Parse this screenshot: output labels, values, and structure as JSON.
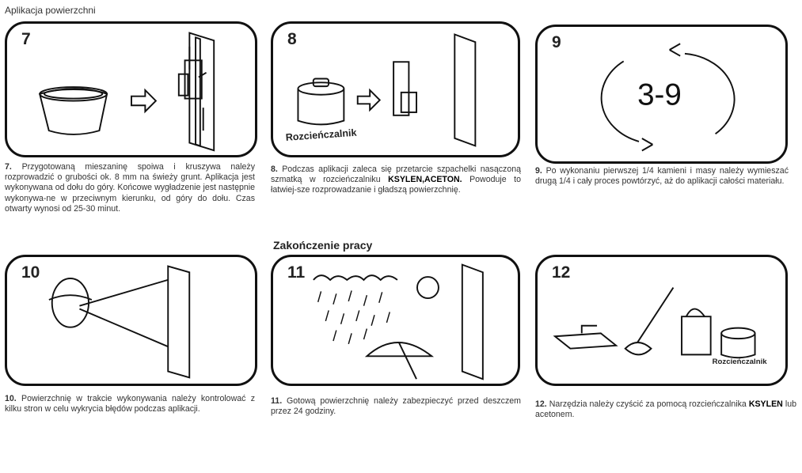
{
  "header": {
    "title": "Aplikacja powierzchni"
  },
  "section_title": "Zakończenie pracy",
  "steps": [
    {
      "num": "7",
      "caption_num": "7.",
      "caption": "Przygotowaną mieszaninę spoiwa i kruszywa należy rozprowadzić o grubości ok. 8 mm na świeży grunt. Aplikacja jest wykonywana od dołu do góry. Końcowe wygładzenie jest następnie wykonywa-ne w przeciwnym kierunku, od góry do dołu. Czas otwarty wynosi od 25-30 minut."
    },
    {
      "num": "8",
      "caption_num": "8.",
      "caption_a": "Podczas aplikacji zaleca się przetarcie szpachelki nasączoną szmatką w rozcieńczalniku",
      "caption_kw": "KSYLEN,ACETON.",
      "caption_b": "Powoduje to łatwiej-sze rozprowadzanie i gładszą powierzchnię.",
      "label": "Rozcieńczalnik"
    },
    {
      "num": "9",
      "caption_num": "9.",
      "caption": "Po wykonaniu pierwszej 1/4 kamieni i masy należy wymieszać drugą 1/4 i cały proces powtórzyć, aż do aplikacji całości materiału.",
      "cycle_text": "3-9"
    },
    {
      "num": "10",
      "caption_num": "10.",
      "caption": "Powierzchnię w trakcie wykonywania należy kontrolować z kilku stron w celu wykrycia błędów podczas aplikacji."
    },
    {
      "num": "11",
      "caption_num": "11.",
      "caption": "Gotową powierzchnię należy zabezpieczyć przed deszczem przez 24 godziny."
    },
    {
      "num": "12",
      "caption_num": "12.",
      "caption_a": "Narzędzia należy czyścić za pomocą rozcieńczalnika",
      "caption_kw": "KSYLEN",
      "caption_b": "lub acetonem.",
      "label": "Rozcieńczalnik"
    }
  ]
}
